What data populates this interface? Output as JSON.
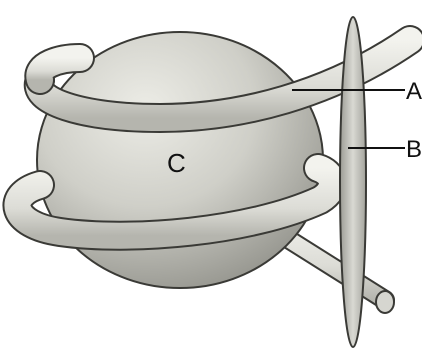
{
  "diagram": {
    "labels": {
      "a": "A",
      "b": "B",
      "c": "C"
    },
    "colors": {
      "background": "#ffffff",
      "sphere_light": "#e2e2dc",
      "sphere_mid": "#bdbdb5",
      "sphere_dark": "#7d7d76",
      "band_light": "#f1f1ec",
      "band_shadow": "#9a9a93",
      "outline": "#3a3a36",
      "leader_line": "#111111"
    }
  }
}
